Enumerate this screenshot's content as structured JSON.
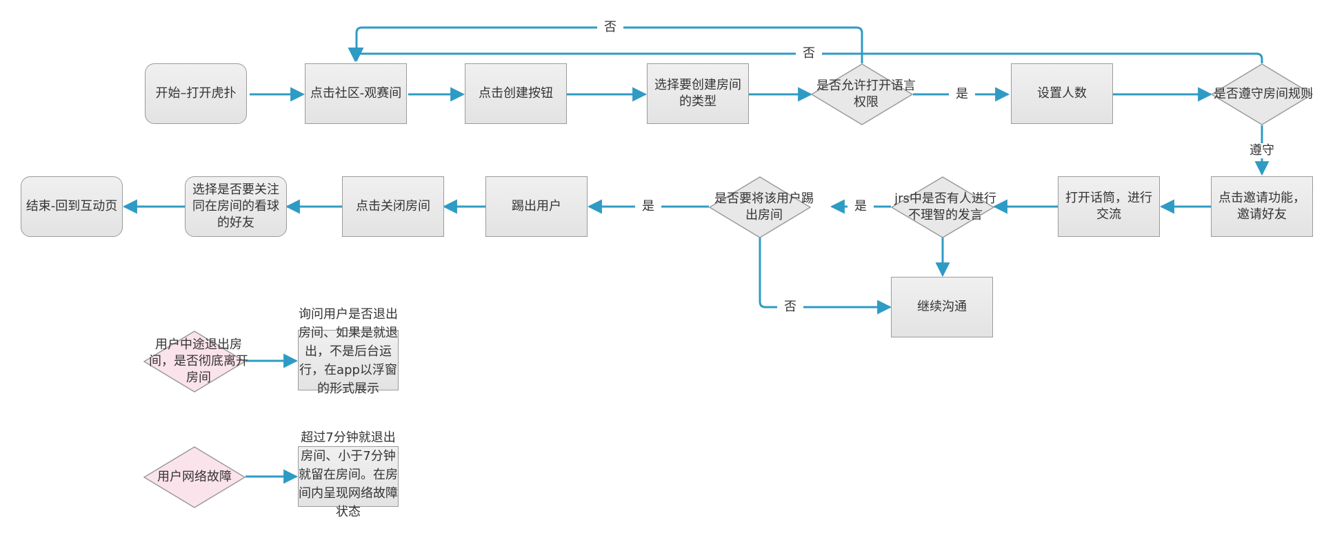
{
  "nodes": {
    "start": "开始–打开虎扑",
    "community": "点击社区-观赛间",
    "create_btn": "点击创建按钮",
    "room_type": "选择要创建房间的类型",
    "allow_voice": "是否允许打开语言权限",
    "set_count": "设置人数",
    "obey_rules": "是否遵守房间规则",
    "invite": "点击邀请功能，邀请好友",
    "mic": "打开话筒，进行交流",
    "irrational": "jrs中是否有人进行不理智的发言",
    "kick_q": "是否要将该用户踢出房间",
    "kick": "踢出用户",
    "close_room": "点击关闭房间",
    "follow": "选择是否要关注同在房间的看球的好友",
    "end": "结束-回到互动页",
    "continue": "继续沟通",
    "midway_q": "用户中途退出房间，是否彻底离开房间",
    "midway_a": "询问用户是否退出房间、如果是就退出，不是后台运行，在app以浮窗的形式展示",
    "network_q": "用户网络故障",
    "network_a": "超过7分钟就退出房间、小于7分钟就留在房间。在房间内呈现网络故障状态"
  },
  "edge_labels": {
    "no_top": "否",
    "no_second": "否",
    "yes_voice": "是",
    "obey": "遵守",
    "yes_irrational": "是",
    "yes_kick": "是",
    "no_kick": "否"
  },
  "colors": {
    "edge": "#2e9bc4",
    "node_fill": "#e8e8e8",
    "node_stroke": "#9a9a9a",
    "pink_fill": "#fbe3ec"
  }
}
